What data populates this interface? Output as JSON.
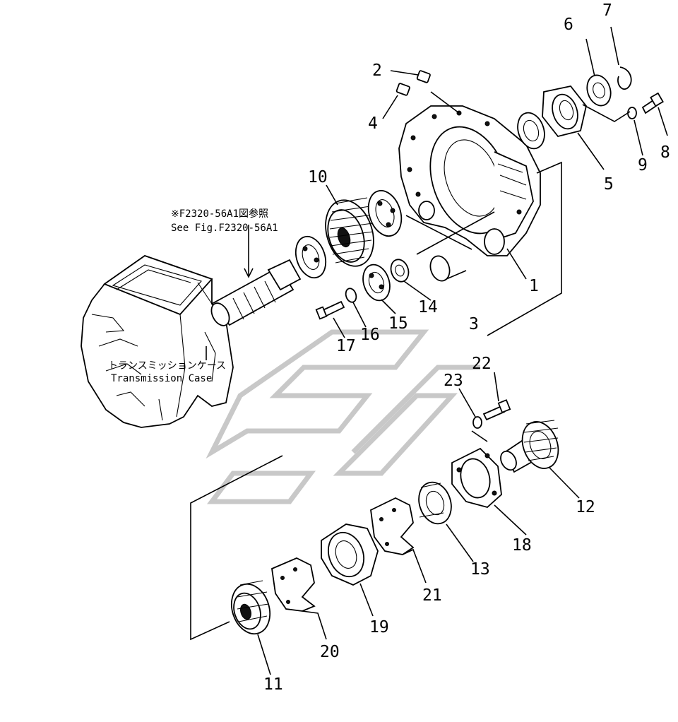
{
  "callouts": [
    {
      "n": "1"
    },
    {
      "n": "2"
    },
    {
      "n": "3"
    },
    {
      "n": "4"
    },
    {
      "n": "5"
    },
    {
      "n": "6"
    },
    {
      "n": "7"
    },
    {
      "n": "8"
    },
    {
      "n": "9"
    },
    {
      "n": "10"
    },
    {
      "n": "11"
    },
    {
      "n": "12"
    },
    {
      "n": "13"
    },
    {
      "n": "14"
    },
    {
      "n": "15"
    },
    {
      "n": "16"
    },
    {
      "n": "17"
    },
    {
      "n": "18"
    },
    {
      "n": "19"
    },
    {
      "n": "20"
    },
    {
      "n": "21"
    },
    {
      "n": "22"
    },
    {
      "n": "23"
    }
  ],
  "notes": {
    "ref_jp": "※F2320-56A1図参照",
    "ref_en": "See Fig.F2320-56A1",
    "case_jp": "トランスミッションケース",
    "case_en": "Transmission Case"
  }
}
